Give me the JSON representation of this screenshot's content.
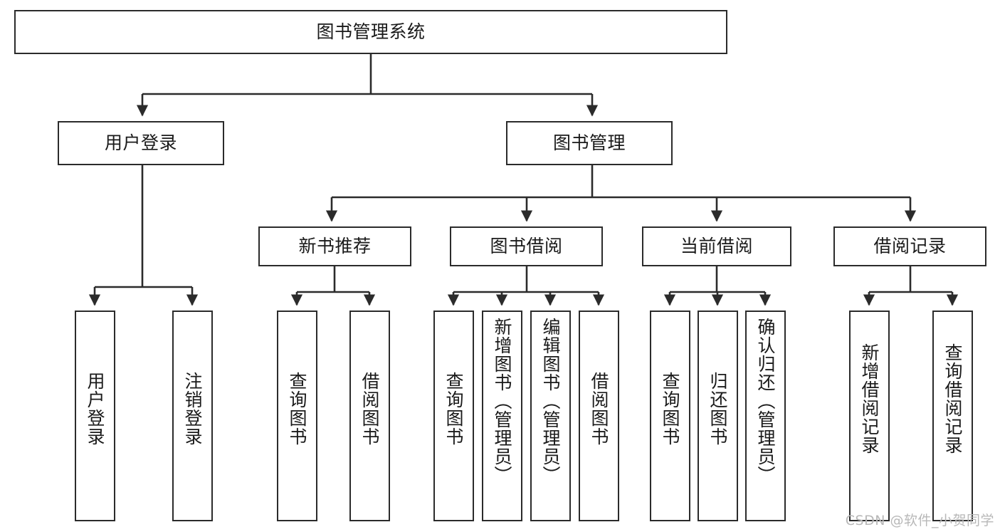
{
  "diagram": {
    "title": "图书管理系统",
    "type": "tree-hierarchy-chart",
    "watermark": "CSDN @软件_小贺同学",
    "colors": {
      "stroke": "#2b2b2b",
      "fill": "#ffffff",
      "text": "#1a1a1a",
      "watermark": "#b8b8b8"
    }
  },
  "nodes": {
    "root": {
      "label": "图书管理系统"
    },
    "level2": [
      {
        "label": "用户登录"
      },
      {
        "label": "图书管理"
      }
    ],
    "level3": [
      {
        "label": "新书推荐"
      },
      {
        "label": "图书借阅"
      },
      {
        "label": "当前借阅"
      },
      {
        "label": "借阅记录"
      }
    ],
    "leaves": {
      "user_login": [
        {
          "label": "用户登录"
        },
        {
          "label": "注销登录"
        }
      ],
      "new_book_recommend": [
        {
          "label": "查询图书"
        },
        {
          "label": "借阅图书"
        }
      ],
      "book_borrow": [
        {
          "label": "查询图书"
        },
        {
          "label": "新增图书（管理员）"
        },
        {
          "label": "编辑图书（管理员）"
        },
        {
          "label": "借阅图书"
        }
      ],
      "current_borrow": [
        {
          "label": "查询图书"
        },
        {
          "label": "归还图书"
        },
        {
          "label": "确认归还（管理员）"
        }
      ],
      "borrow_record": [
        {
          "label": "新增借阅记录"
        },
        {
          "label": "查询借阅记录"
        }
      ]
    }
  }
}
